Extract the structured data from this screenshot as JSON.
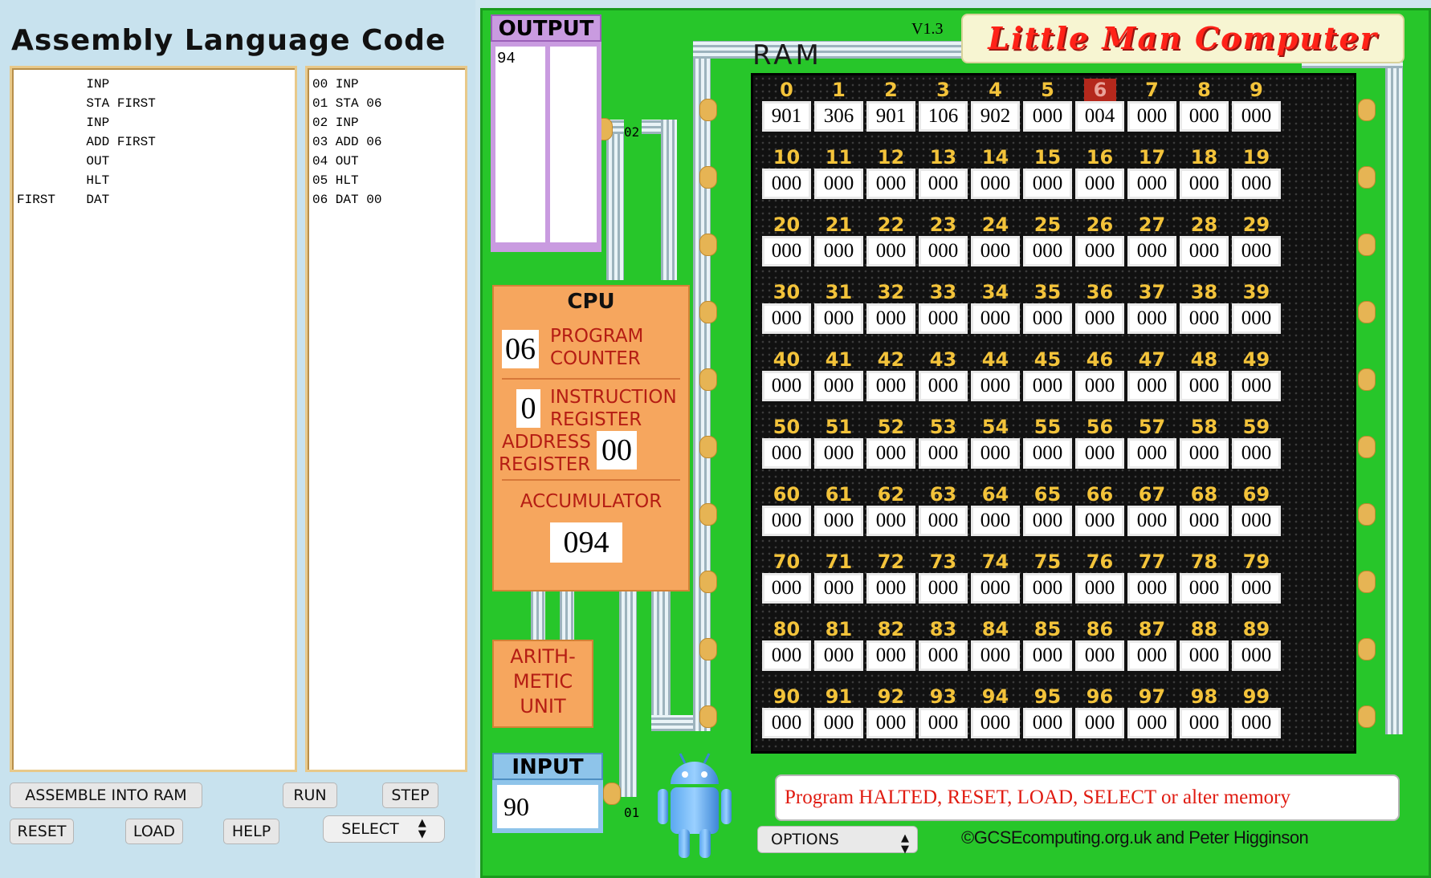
{
  "editor": {
    "title": "Assembly Language Code",
    "source_code": "         INP\n         STA FIRST\n         INP\n         ADD FIRST\n         OUT\n         HLT\nFIRST    DAT",
    "assembled_code": "00 INP\n01 STA 06\n02 INP\n03 ADD 06\n04 OUT\n05 HLT\n06 DAT 00"
  },
  "buttons": {
    "assemble": "ASSEMBLE INTO RAM",
    "run": "RUN",
    "step": "STEP",
    "reset": "RESET",
    "load": "LOAD",
    "help": "HELP",
    "select": "SELECT"
  },
  "header": {
    "version": "V1.3",
    "title": "Little Man Computer"
  },
  "output": {
    "label": "OUTPUT",
    "values": "94"
  },
  "cpu": {
    "label": "CPU",
    "program_counter_label_1": "PROGRAM",
    "program_counter_label_2": "COUNTER",
    "program_counter": "06",
    "instruction_register_label_1": "INSTRUCTION",
    "instruction_register_label_2": "REGISTER",
    "instruction_register": "0",
    "address_register_label_1": "ADDRESS",
    "address_register_label_2": "REGISTER",
    "address_register": "00",
    "accumulator_label": "ACCUMULATOR",
    "accumulator": "094"
  },
  "alu": {
    "line1": "ARITH-",
    "line2": "METIC",
    "line3": "UNIT"
  },
  "input": {
    "label": "INPUT",
    "value": "90"
  },
  "wires": {
    "output_bus": "02",
    "input_bus": "01"
  },
  "ram": {
    "label": "RAM",
    "current_address": 6,
    "cells": [
      "901",
      "306",
      "901",
      "106",
      "902",
      "000",
      "004",
      "000",
      "000",
      "000",
      "000",
      "000",
      "000",
      "000",
      "000",
      "000",
      "000",
      "000",
      "000",
      "000",
      "000",
      "000",
      "000",
      "000",
      "000",
      "000",
      "000",
      "000",
      "000",
      "000",
      "000",
      "000",
      "000",
      "000",
      "000",
      "000",
      "000",
      "000",
      "000",
      "000",
      "000",
      "000",
      "000",
      "000",
      "000",
      "000",
      "000",
      "000",
      "000",
      "000",
      "000",
      "000",
      "000",
      "000",
      "000",
      "000",
      "000",
      "000",
      "000",
      "000",
      "000",
      "000",
      "000",
      "000",
      "000",
      "000",
      "000",
      "000",
      "000",
      "000",
      "000",
      "000",
      "000",
      "000",
      "000",
      "000",
      "000",
      "000",
      "000",
      "000",
      "000",
      "000",
      "000",
      "000",
      "000",
      "000",
      "000",
      "000",
      "000",
      "000",
      "000",
      "000",
      "000",
      "000",
      "000",
      "000",
      "000",
      "000",
      "000",
      "000"
    ]
  },
  "status": {
    "message": "Program HALTED, RESET, LOAD, SELECT or alter memory"
  },
  "options": {
    "label": "OPTIONS"
  },
  "footer": {
    "credit": "©GCSEcomputing.org.uk and Peter Higginson"
  },
  "colors": {
    "machine_bg": "#27c62a",
    "title_red": "#ff2218",
    "cpu_orange": "#f6a65e",
    "ram_address_yellow": "#f3c33a",
    "status_red": "#e01a10"
  }
}
